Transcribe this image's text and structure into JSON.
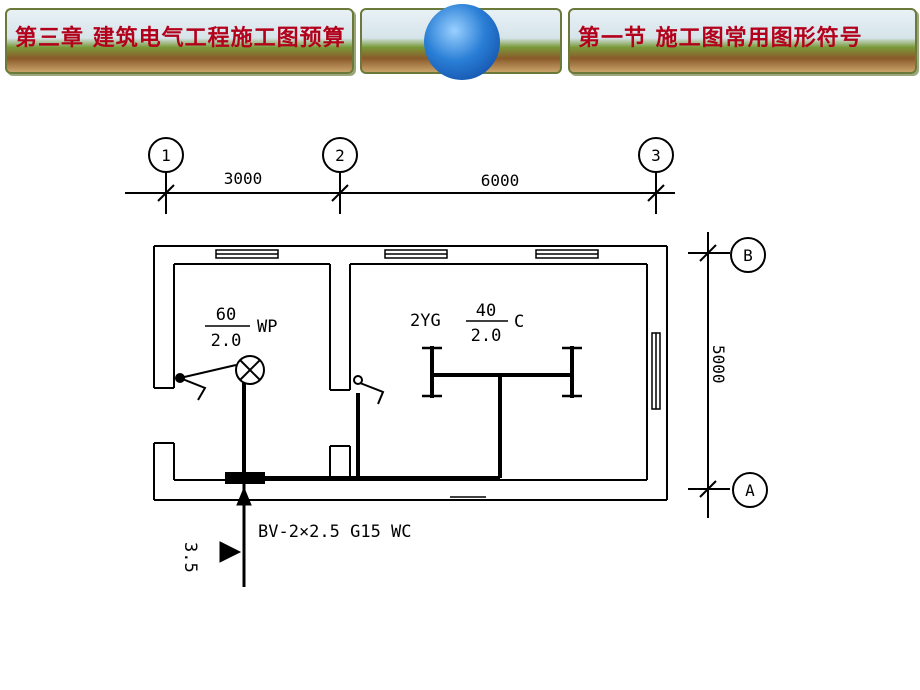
{
  "header": {
    "chapter_title": "第三章  建筑电气工程施工图预算",
    "section_title": "第一节  施工图常用图形符号"
  },
  "diagram": {
    "axis_labels": [
      "1",
      "2",
      "3"
    ],
    "row_labels": [
      "B",
      "A"
    ],
    "dimensions": {
      "span_1_2": "3000",
      "span_2_3": "6000",
      "depth": "5000"
    },
    "left_fixture": {
      "numerator": "60",
      "denominator": "2.0",
      "suffix": "WP"
    },
    "right_fixture": {
      "prefix": "2YG",
      "numerator": "40",
      "denominator": "2.0",
      "suffix": "C"
    },
    "feeder_label": "BV-2×2.5  G15  WC",
    "entry_height": "3.5"
  },
  "colors": {
    "title_red": "#b3001b",
    "line": "#000000"
  }
}
